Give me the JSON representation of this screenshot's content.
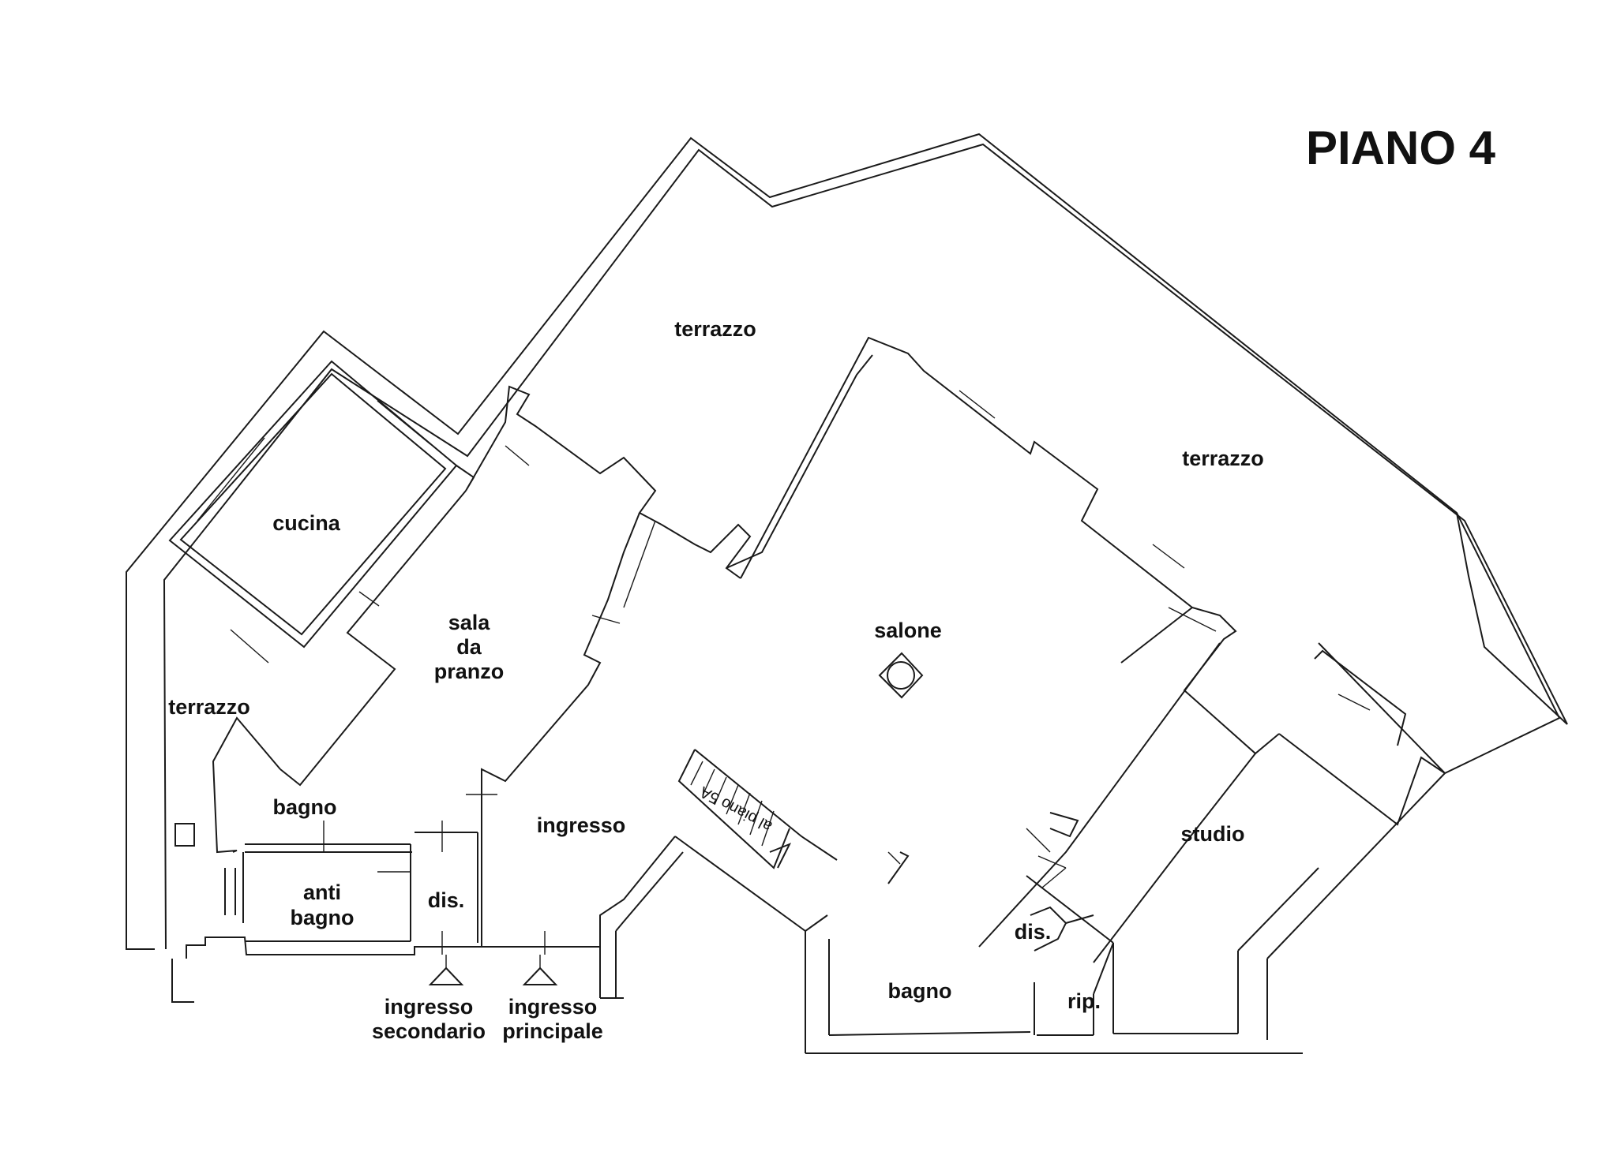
{
  "title": "PIANO 4",
  "rooms": {
    "terrazzo_top": "terrazzo",
    "terrazzo_right": "terrazzo",
    "terrazzo_left": "terrazzo",
    "cucina": "cucina",
    "sala_line1": "sala",
    "sala_line2": "da",
    "sala_line3": "pranzo",
    "salone": "salone",
    "ingresso": "ingresso",
    "bagno_left": "bagno",
    "anti_line1": "anti",
    "anti_line2": "bagno",
    "dis_left": "dis.",
    "studio": "studio",
    "dis_right": "dis.",
    "bagno_bottom": "bagno",
    "rip": "rip."
  },
  "entrances": {
    "secondary_line1": "ingresso",
    "secondary_line2": "secondario",
    "main_line1": "ingresso",
    "main_line2": "principale"
  },
  "stairs": {
    "label": "al piano 5A"
  }
}
